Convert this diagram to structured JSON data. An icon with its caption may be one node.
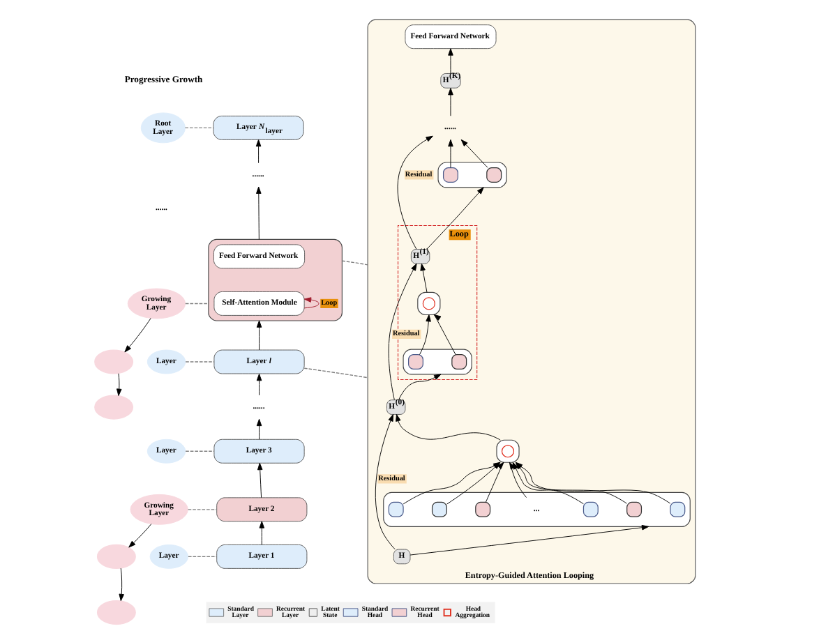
{
  "diagram": {
    "nodes": [
      {
        "text": [
          "Root Layer"
        ]
      },
      {
        "text": [
          "Growing Layer"
        ]
      },
      {
        "text": [],
        "shape": "ellipse"
      },
      {
        "text": [],
        "shape": "ellipse"
      },
      {
        "text": [
          "Layer"
        ]
      },
      {
        "text": [
          "Layer"
        ]
      },
      {
        "text": [
          "Growing Layer"
        ]
      },
      {
        "text": [],
        "shape": "ellipse"
      },
      {
        "text": [
          "Layer"
        ]
      },
      {
        "text": [],
        "shape": "ellipse"
      },
      {
        "text": [
          "Layer *N*$_{layer}$"
        ]
      },
      {
        "text": [
          "......"
        ]
      },
      {
        "text": [],
        "shape": "box"
      },
      {
        "text": [
          "Feed Forward Network"
        ],
        "in": 12
      },
      {
        "text": [
          "Self-Attention Module"
        ],
        "in": 12
      },
      {
        "text": [
          "Layer *l*"
        ]
      },
      {
        "text": [
          "......"
        ]
      },
      {
        "text": [
          "Layer 3"
        ]
      },
      {
        "text": [
          "Layer 2"
        ]
      },
      {
        "text": [
          "Layer 1"
        ]
      },
      {
        "text": [
          "Entropy-Guided Attention Looping"
        ]
      },
      {
        "text": [
          "Feed Forward Network"
        ],
        "in": 20
      },
      {
        "text": [
          "H$^{(K)}$"
        ],
        "in": 20
      },
      {
        "text": [
          "......"
        ],
        "in": 20
      },
      {
        "text": [],
        "shape": "box",
        "in": 20
      },
      {
        "text": [],
        "shape": "box",
        "in": 24
      },
      {
        "text": [],
        "shape": "box",
        "in": 24
      },
      {
        "text": [
          "Loop"
        ],
        "in": 20
      },
      {
        "text": [
          "H$^{(1)}$"
        ],
        "in": 27
      },
      {
        "text": [],
        "shape": "box",
        "in": 27
      },
      {
        "text": [],
        "shape": "circle",
        "in": 29
      },
      {
        "text": [],
        "shape": "box",
        "in": 27
      },
      {
        "text": [],
        "shape": "box",
        "in": 31
      },
      {
        "text": [],
        "shape": "box",
        "in": 31
      },
      {
        "text": [
          "H$^{(0)}$"
        ],
        "in": 20
      },
      {
        "text": [],
        "shape": "box",
        "in": 20
      },
      {
        "text": [],
        "shape": "circle",
        "in": 35
      },
      {
        "text": [],
        "shape": "box",
        "in": 20
      },
      {
        "text": [],
        "shape": "box",
        "in": 37
      },
      {
        "text": [],
        "shape": "box",
        "in": 37
      },
      {
        "text": [],
        "shape": "box",
        "in": 37
      },
      {
        "text": [
          "..."
        ],
        "in": 37
      },
      {
        "text": [],
        "shape": "box",
        "in": 37
      },
      {
        "text": [],
        "shape": "box",
        "in": 37
      },
      {
        "text": [],
        "shape": "box",
        "in": 37
      },
      {
        "text": [
          "H"
        ],
        "in": 20
      }
    ],
    "edges": [
      {
        "from": 1,
        "to": 2,
        "arrow": "to"
      },
      {
        "from": 2,
        "to": 3,
        "arrow": "to"
      },
      {
        "from": 6,
        "to": 7,
        "arrow": "to"
      },
      {
        "from": 7,
        "to": 9,
        "arrow": "to"
      },
      {
        "from": 0,
        "to": 10,
        "arrow": "none",
        "style": "dashed",
        "color": "#808080"
      },
      {
        "from": 1,
        "to": 12,
        "arrow": "none",
        "style": "dashed",
        "color": "#808080"
      },
      {
        "from": 4,
        "to": 15,
        "arrow": "none",
        "style": "dashed",
        "color": "#808080"
      },
      {
        "from": 5,
        "to": 17,
        "arrow": "none",
        "style": "dashed",
        "color": "#808080"
      },
      {
        "from": 6,
        "to": 18,
        "arrow": "none",
        "style": "dashed",
        "color": "#808080"
      },
      {
        "from": 8,
        "to": 19,
        "arrow": "none",
        "style": "dashed",
        "color": "#808080"
      },
      {
        "from": 19,
        "to": 18,
        "arrow": "to"
      },
      {
        "from": 18,
        "to": 17,
        "arrow": "to"
      },
      {
        "from": 17,
        "to": 16,
        "arrow": "to"
      },
      {
        "from": 16,
        "to": 15,
        "arrow": "to"
      },
      {
        "from": 15,
        "to": 12,
        "arrow": "to"
      },
      {
        "from": 12,
        "to": 11,
        "arrow": "to"
      },
      {
        "from": 11,
        "to": 10,
        "arrow": "to"
      },
      {
        "from": 14,
        "to": 14,
        "arrow": "to",
        "label": "Loop",
        "color": "#a01c2c"
      },
      {
        "from": 12,
        "to": 20,
        "arrow": "none",
        "style": "dashed",
        "color": "#808080"
      },
      {
        "from": 15,
        "to": 20,
        "arrow": "none",
        "style": "dashed",
        "color": "#808080"
      },
      {
        "from": 45,
        "to": 37,
        "arrow": "to"
      },
      {
        "from": 38,
        "to": 35,
        "arrow": "to"
      },
      {
        "from": 39,
        "to": 35,
        "arrow": "to"
      },
      {
        "from": 40,
        "to": 35,
        "arrow": "to"
      },
      {
        "from": 41,
        "to": 35,
        "arrow": "to"
      },
      {
        "from": 42,
        "to": 35,
        "arrow": "to"
      },
      {
        "from": 43,
        "to": 35,
        "arrow": "to"
      },
      {
        "from": 44,
        "to": 35,
        "arrow": "to"
      },
      {
        "from": 35,
        "to": 34,
        "arrow": "to"
      },
      {
        "from": 34,
        "to": 31,
        "arrow": "to"
      },
      {
        "from": 32,
        "to": 29,
        "arrow": "to"
      },
      {
        "from": 33,
        "to": 29,
        "arrow": "to"
      },
      {
        "from": 29,
        "to": 28,
        "arrow": "to"
      },
      {
        "from": 28,
        "to": 24,
        "arrow": "to"
      },
      {
        "from": 25,
        "to": 23,
        "arrow": "to"
      },
      {
        "from": 26,
        "to": 23,
        "arrow": "to"
      },
      {
        "from": 23,
        "to": 22,
        "arrow": "to"
      },
      {
        "from": 22,
        "to": 21,
        "arrow": "to"
      },
      {
        "from": 45,
        "to": 34,
        "arrow": "to",
        "label": "Residual"
      },
      {
        "from": 34,
        "to": 28,
        "arrow": "to",
        "label": "Residual"
      },
      {
        "from": 28,
        "to": 23,
        "arrow": "to",
        "label": "Residual"
      }
    ],
    "labels": [
      "Progressive Growth",
      "......"
    ],
    "legend": [
      {
        "text": "Standard Layer",
        "color": "#deedfb"
      },
      {
        "text": "Recurrent Layer",
        "color": "#f2d0d2"
      },
      {
        "text": "Latent State"
      },
      {
        "text": "Standard Head",
        "color": "#deedfb"
      },
      {
        "text": "Recurrent Head",
        "color": "#f2d0d2"
      },
      {
        "text": "Head Aggregation"
      }
    ]
  }
}
